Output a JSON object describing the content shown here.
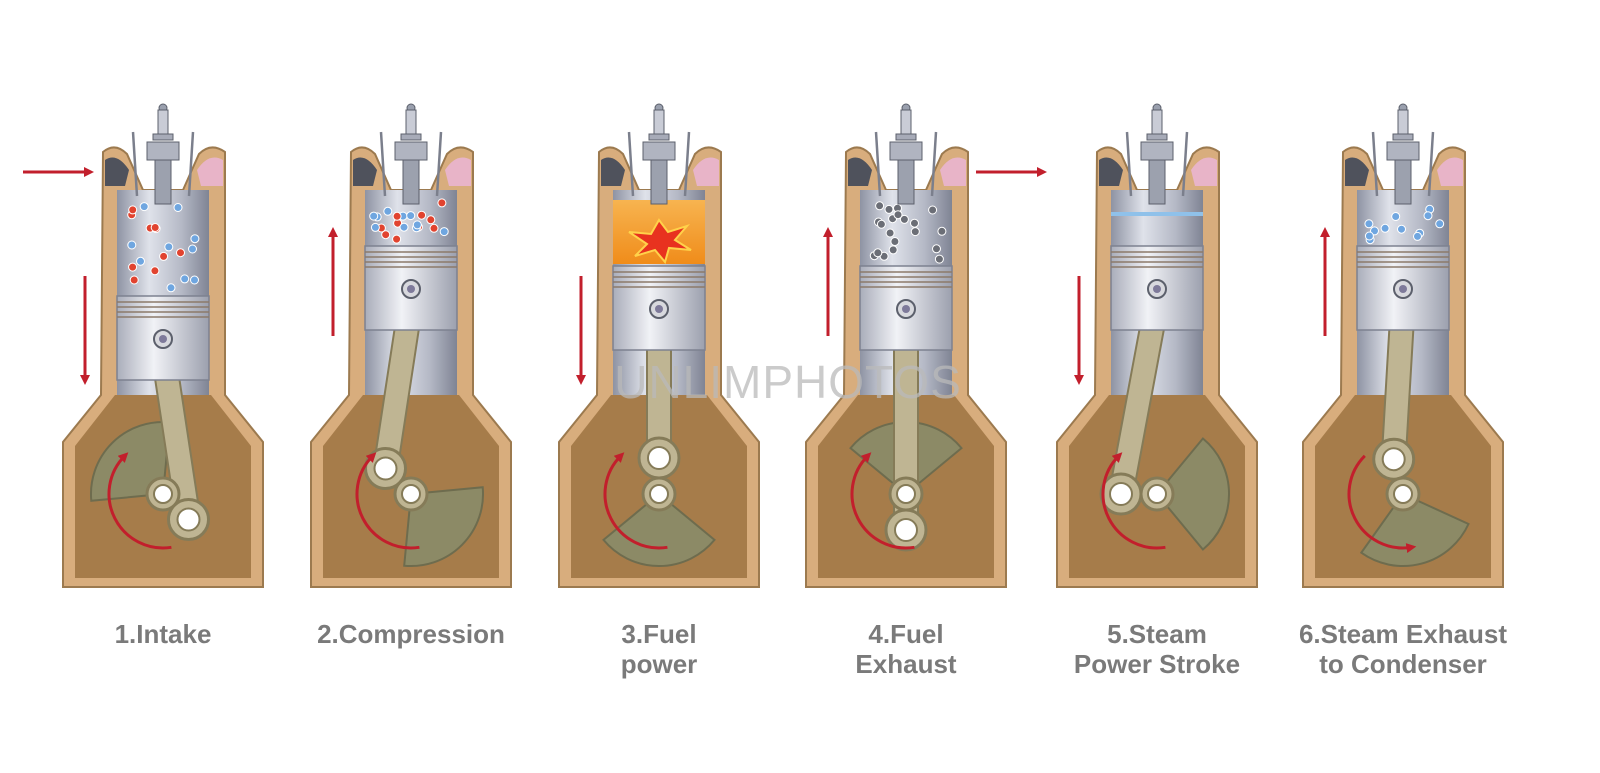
{
  "stages": [
    {
      "number": "1",
      "label_lines": [
        "1.Intake"
      ],
      "piston_position": "low",
      "crank_angle_deg": 135,
      "arrow_direction": "down",
      "arc_direction": "clockwise",
      "chamber_contents": "air-fuel-mix",
      "side_arrow": "in"
    },
    {
      "number": "2",
      "label_lines": [
        "2.Compression"
      ],
      "piston_position": "high",
      "crank_angle_deg": -45,
      "arrow_direction": "up",
      "arc_direction": "clockwise",
      "chamber_contents": "compressed-mix",
      "side_arrow": "none"
    },
    {
      "number": "3",
      "label_lines": [
        "3.Fuel",
        "power"
      ],
      "piston_position": "mid",
      "crank_angle_deg": 0,
      "arrow_direction": "down",
      "arc_direction": "clockwise",
      "chamber_contents": "explosion",
      "side_arrow": "none"
    },
    {
      "number": "4",
      "label_lines": [
        "4.Fuel",
        "Exhaust"
      ],
      "piston_position": "mid",
      "crank_angle_deg": 180,
      "arrow_direction": "up",
      "arc_direction": "clockwise",
      "chamber_contents": "exhaust-gas",
      "side_arrow": "out"
    },
    {
      "number": "5",
      "label_lines": [
        "5.Steam",
        "Power Stroke"
      ],
      "piston_position": "high",
      "crank_angle_deg": -90,
      "arrow_direction": "down",
      "arc_direction": "clockwise",
      "chamber_contents": "steam-film",
      "side_arrow": "none"
    },
    {
      "number": "6",
      "label_lines": [
        "6.Steam Exhaust",
        "to Condenser"
      ],
      "piston_position": "high",
      "crank_angle_deg": -15,
      "arrow_direction": "up",
      "arc_direction": "counterclockwise",
      "chamber_contents": "steam-droplets",
      "side_arrow": "none"
    }
  ],
  "watermark": "UNLIMPHOTOS",
  "colors": {
    "casing": "#d8ad7d",
    "casing_outline": "#9c7a4f",
    "crankcase": "#a67c4a",
    "cylinder_metal": "#b5b9c6",
    "piston_metal": "#d7d9e0",
    "rod": "#bfb593",
    "crank_disc": "#8c8a66",
    "arrow_red": "#c21f2c",
    "label_gray": "#7a7a7a",
    "intake_red": "#e1432f",
    "intake_blue": "#6fa6e0",
    "explosion_orange": "#f5a623",
    "exhaust_gray": "#6b6e76"
  },
  "icons": {
    "spark_plug": "spark-plug-icon",
    "motion_arrow": "red-arrow-icon",
    "rotation_arrow": "curved-arrow-icon"
  }
}
